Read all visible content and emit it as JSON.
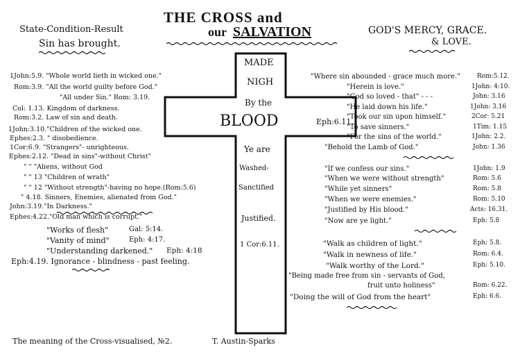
{
  "header": {
    "title_line1": "THE CROSS and",
    "title_line2_prefix": "our",
    "title_line2_emph": "SALVATION",
    "left_line1": "State-Condition-Result",
    "left_line2": "Sin has brought.",
    "right_line1": "GOD'S MERCY, GRACE.",
    "right_line2": "& LOVE."
  },
  "cross": {
    "made": "MADE",
    "nigh": "NIGH",
    "by_the": "By the",
    "blood": "BLOOD",
    "eph": "Eph:6.11.",
    "ye_are": "Ye are",
    "washed": "Washed-",
    "sanctified": "Sanctified",
    "justified": "Justified.",
    "cor": "1 Cor:6.11."
  },
  "left_lines": [
    "1John:5.9. \"Whole world lieth in wicked one.\"",
    "Rom:3.9. \"All the world guilty before God.\"",
    "\"All under Sin.\"  Rom: 3.19.",
    "Col: 1.13. Kingdom of darkness.",
    "Rom:3.2. Law of sin and death.",
    "1John:3.10.\"Children of the wicked one.",
    "Ephes:2.3. \"      disobedience.",
    "1Cor:6.9. \"Strangers\"- unrighteous.",
    "Ephes:2.12. \"Dead in sins\"-without Christ\"",
    "\"  \"  \"Aliens, without God",
    "\"  \"  13 \"Children of wrath\"",
    "\"  \"  12 \"Without strength\"-having no hope.(Rom:5.6)",
    "\"  4.18. Sinners, Enemies, alienated from God.\"",
    "John:3.19.\"In Darkness.\"",
    "Ephes:4.22.\"Old man which is corrupt.\""
  ],
  "left_group2": [
    {
      "text": "\"Works of flesh\"",
      "ref": "Gal: 5:14."
    },
    {
      "text": "\"Vanity of mind\"",
      "ref": "Eph: 4:17."
    },
    {
      "text": "\"Understanding darkened.\"",
      "ref": "Eph: 4:18"
    },
    {
      "text": "Eph:4.19. Ignorance - blindness - past feeling.",
      "ref": ""
    }
  ],
  "right_group1": [
    {
      "text": "\"Where sin abounded - grace much more.\"",
      "ref": "Rom:5.12."
    },
    {
      "text": "\"Herein is love.\"",
      "ref": "1John: 4:10."
    },
    {
      "text": "\"God so loved - that\" - - -",
      "ref": "John: 3.16"
    },
    {
      "text": "\"He laid down his life.\"",
      "ref": "1John: 3.16"
    },
    {
      "text": "\"Took our sin upon himself.\"",
      "ref": "2Cor: 5.21"
    },
    {
      "text": "\"To save sinners.\"",
      "ref": "1Tim: 1.15"
    },
    {
      "text": "\"For the sins of the world.\"",
      "ref": "1John: 2.2."
    },
    {
      "text": "\"Behold the Lamb of God.\"",
      "ref": "John: 1.36"
    }
  ],
  "right_group2": [
    {
      "text": "\"If we confess our sins.\"",
      "ref": "1John: 1.9"
    },
    {
      "text": "\"When we were without strength\"",
      "ref": "Rom: 5.6"
    },
    {
      "text": "\"While yet sinners\"",
      "ref": "Rom: 5.8"
    },
    {
      "text": "\"When we were enemies.\"",
      "ref": "Rom: 5.10"
    },
    {
      "text": "\"Justified by His blood.\"",
      "ref": "Acts: 16.31."
    },
    {
      "text": "\"Now are ye light.\"",
      "ref": "Eph: 5.8"
    }
  ],
  "right_group3": [
    {
      "text": "\"Walk as children of light.\"",
      "ref": "Eph: 5.8."
    },
    {
      "text": "\"Walk in newness of life.\"",
      "ref": "Rom: 6.4."
    },
    {
      "text": "\"Walk worthy of the Lord.\"",
      "ref": "Eph: 5.10."
    },
    {
      "text": "\"Being made free from sin - servants of God,",
      "ref": ""
    },
    {
      "text": "fruit unto holiness\"",
      "ref": "Rom: 6.22."
    },
    {
      "text": "\"Doing the will of God from the heart\"",
      "ref": "Eph: 6.6."
    }
  ],
  "footer": {
    "caption": "The meaning of the Cross-visualised, №2.",
    "author": "T. Austin-Sparks"
  }
}
